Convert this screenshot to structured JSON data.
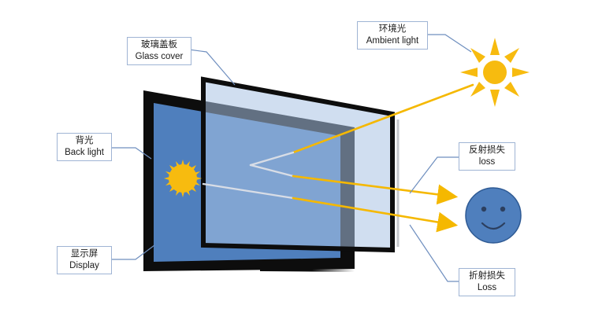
{
  "labels": {
    "glass_cover": {
      "zh": "玻璃盖板",
      "en": "Glass cover"
    },
    "ambient_light": {
      "zh": "环境光",
      "en": "Ambient light"
    },
    "back_light": {
      "zh": "背光",
      "en": "Back light"
    },
    "reflection_loss": {
      "zh": "反射损失",
      "en": "loss"
    },
    "display": {
      "zh": "显示屏",
      "en": "Display"
    },
    "refraction_loss": {
      "zh": "折射损失",
      "en": "Loss"
    }
  },
  "colors": {
    "display_blue": "#4f7fbd",
    "frame_black": "#0d0d0d",
    "glass_tint": "#aac2e4",
    "light_ray": "#f5b800",
    "sun_yellow": "#f7bb0f",
    "face_blue": "#4f7fbd",
    "callout_border": "#9fb4d4",
    "leader_line": "#6f8fbf"
  },
  "icons": {
    "ambient": "sun-icon",
    "backlight": "sunburst-icon",
    "viewer": "smiley-face-icon"
  }
}
